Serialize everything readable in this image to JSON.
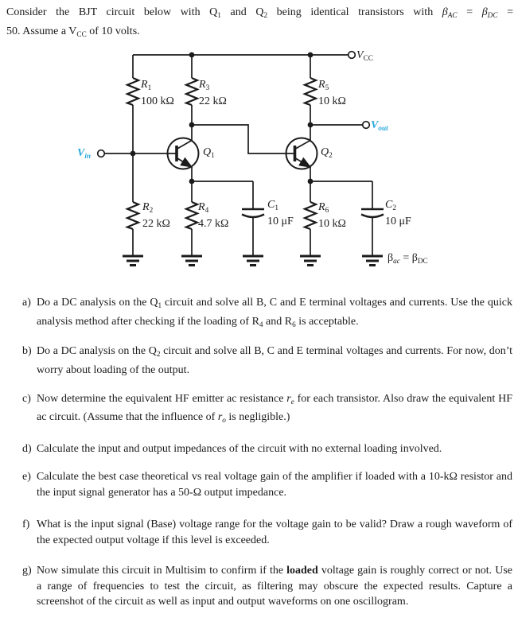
{
  "intro": {
    "line1": [
      {
        "t": "Consider the BJT circuit below with Q"
      },
      {
        "sub": "1"
      },
      {
        "t": " and Q"
      },
      {
        "sub": "2"
      },
      {
        "t": " being identical transistors with "
      },
      {
        "i": "β"
      },
      {
        "isub": "AC"
      },
      {
        "t": " = "
      },
      {
        "i": "β"
      },
      {
        "isub": "DC"
      },
      {
        "t": " ="
      }
    ],
    "line2": [
      {
        "t": "50. Assume a V"
      },
      {
        "sub": "CC"
      },
      {
        "t": " of 10 volts."
      }
    ]
  },
  "circuit": {
    "accent_color": "#2aa9dd",
    "terminals": {
      "vcc": [
        {
          "i": "V"
        },
        {
          "sub": "CC"
        }
      ],
      "vin": [
        {
          "i": "V"
        },
        {
          "isub": "in"
        }
      ],
      "vout": [
        {
          "i": "V"
        },
        {
          "isub": "out"
        }
      ]
    },
    "transistors": {
      "q1": [
        {
          "i": "Q"
        },
        {
          "sub": "1"
        }
      ],
      "q2": [
        {
          "i": "Q"
        },
        {
          "sub": "2"
        }
      ]
    },
    "components": {
      "r1": {
        "ref": [
          {
            "i": "R"
          },
          {
            "sub": "1"
          }
        ],
        "value": "100 kΩ"
      },
      "r2": {
        "ref": [
          {
            "i": "R"
          },
          {
            "sub": "2"
          }
        ],
        "value": "22 kΩ"
      },
      "r3": {
        "ref": [
          {
            "i": "R"
          },
          {
            "sub": "3"
          }
        ],
        "value": "22 kΩ"
      },
      "r4": {
        "ref": [
          {
            "i": "R"
          },
          {
            "sub": "4"
          }
        ],
        "value": "4.7 kΩ"
      },
      "r5": {
        "ref": [
          {
            "i": "R"
          },
          {
            "sub": "5"
          }
        ],
        "value": "10 kΩ"
      },
      "r6": {
        "ref": [
          {
            "i": "R"
          },
          {
            "sub": "6"
          }
        ],
        "value": "10 kΩ"
      },
      "c1": {
        "ref": [
          {
            "i": "C"
          },
          {
            "sub": "1"
          }
        ],
        "value": "10 μF"
      },
      "c2": {
        "ref": [
          {
            "i": "C"
          },
          {
            "sub": "2"
          }
        ],
        "value": "10 μF"
      }
    },
    "beta_note": [
      {
        "t": "β"
      },
      {
        "isub": "ac"
      },
      {
        "t": " = β"
      },
      {
        "sub": "DC"
      }
    ]
  },
  "questions": [
    {
      "letter": "a)",
      "text": [
        {
          "t": "Do a DC analysis on the Q"
        },
        {
          "sub": "1"
        },
        {
          "t": " circuit and solve all B, C and E terminal voltages and currents. Use the quick analysis method after checking if the loading of R"
        },
        {
          "sub": "4"
        },
        {
          "t": " and R"
        },
        {
          "sub": "6"
        },
        {
          "t": " is acceptable."
        }
      ]
    },
    {
      "letter": "b)",
      "text": [
        {
          "t": "Do a DC analysis on the Q"
        },
        {
          "sub": "2"
        },
        {
          "t": " circuit and solve all B, C and E terminal voltages and currents. For now, don’t worry about loading of the output."
        }
      ]
    },
    {
      "letter": "c)",
      "text": [
        {
          "t": "Now determine the equivalent HF emitter ac resistance "
        },
        {
          "i": "r"
        },
        {
          "isub": "e"
        },
        {
          "t": " for each transistor. Also draw the equivalent HF ac circuit. (Assume that the influence of "
        },
        {
          "i": "r"
        },
        {
          "isub": "o"
        },
        {
          "t": " is negligible.)"
        }
      ]
    },
    {
      "letter": "d)",
      "text": [
        {
          "t": "Calculate the input and output impedances of the circuit with no external loading involved."
        }
      ]
    },
    {
      "letter": "e)",
      "text": [
        {
          "t": "Calculate the best case theoretical vs real voltage gain of the amplifier if loaded with a 10-kΩ resistor and the input signal generator has a 50-Ω output impedance."
        }
      ]
    },
    {
      "letter": "f)",
      "text": [
        {
          "t": "What is the input signal (Base) voltage range for the voltage gain to be valid? Draw a rough waveform of the expected output voltage if this level is exceeded."
        }
      ]
    },
    {
      "letter": "g)",
      "text": [
        {
          "t": "Now simulate this circuit in Multisim to confirm if the "
        },
        {
          "b": "loaded"
        },
        {
          "t": " voltage gain is roughly correct or not. Use a range of frequencies to test the circuit, as filtering may obscure the expected results. Capture a screenshot of the circuit as well as input and output waveforms on one oscillogram."
        }
      ]
    }
  ]
}
